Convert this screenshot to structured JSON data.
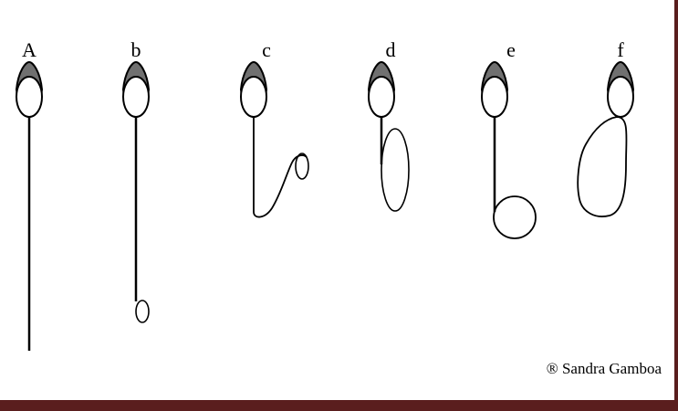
{
  "panels": [
    {
      "label": "A",
      "tail": "long straight"
    },
    {
      "label": "b",
      "tail": "straight with small terminal loop"
    },
    {
      "label": "c",
      "tail": "bent with coiled loop"
    },
    {
      "label": "d",
      "tail": "short with large oval loop"
    },
    {
      "label": "e",
      "tail": "short with round terminal loop"
    },
    {
      "label": "f",
      "tail": "tail coiled around midpiece"
    }
  ],
  "copyright": "® Sandra Gamboa",
  "colors": {
    "acrosome": "#707070",
    "stroke": "#000000",
    "border": "#5a1e1e"
  }
}
